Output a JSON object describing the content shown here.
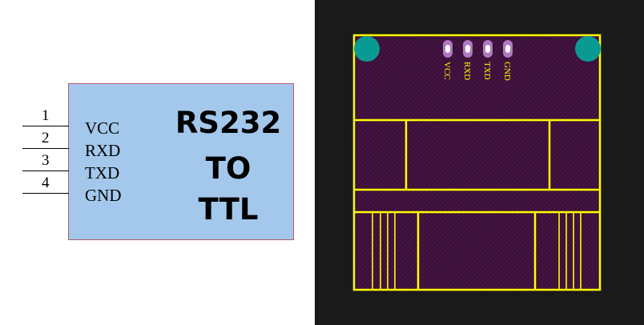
{
  "schematic": {
    "pins": [
      {
        "number": "1",
        "name": "VCC"
      },
      {
        "number": "2",
        "name": "RXD"
      },
      {
        "number": "3",
        "name": "TXD"
      },
      {
        "number": "4",
        "name": "GND"
      }
    ],
    "title_lines": [
      "RS232",
      "TO",
      "TTL"
    ]
  },
  "pcb": {
    "pad_labels": [
      "VCC",
      "RXD",
      "TXD",
      "GND"
    ],
    "colors": {
      "background": "#1a1a1a",
      "board": "#3a1038",
      "outline": "#ffff00",
      "mounting_hole": "#0a9a94",
      "pad": "#b07ac0"
    }
  }
}
